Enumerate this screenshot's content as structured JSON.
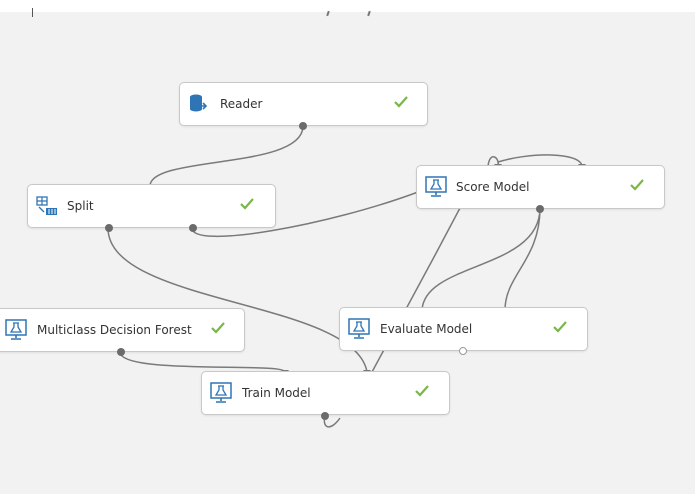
{
  "nodes": {
    "reader": {
      "label": "Reader",
      "icon": "database-reader-icon",
      "status": "completed"
    },
    "split": {
      "label": "Split",
      "icon": "split-data-icon",
      "status": "completed"
    },
    "score_model": {
      "label": "Score Model",
      "icon": "model-monitor-icon",
      "status": "completed"
    },
    "multiclass_decision_forest": {
      "label": "Multiclass Decision Forest",
      "icon": "model-monitor-icon",
      "status": "completed"
    },
    "evaluate_model": {
      "label": "Evaluate Model",
      "icon": "model-monitor-icon",
      "status": "completed"
    },
    "train_model": {
      "label": "Train Model",
      "icon": "model-monitor-icon",
      "status": "completed"
    }
  },
  "colors": {
    "check": "#7ab648",
    "icon": "#2e75b6",
    "wire": "#7a7a7a",
    "node_border": "#c8c8c8",
    "canvas": "#f2f2f2"
  }
}
